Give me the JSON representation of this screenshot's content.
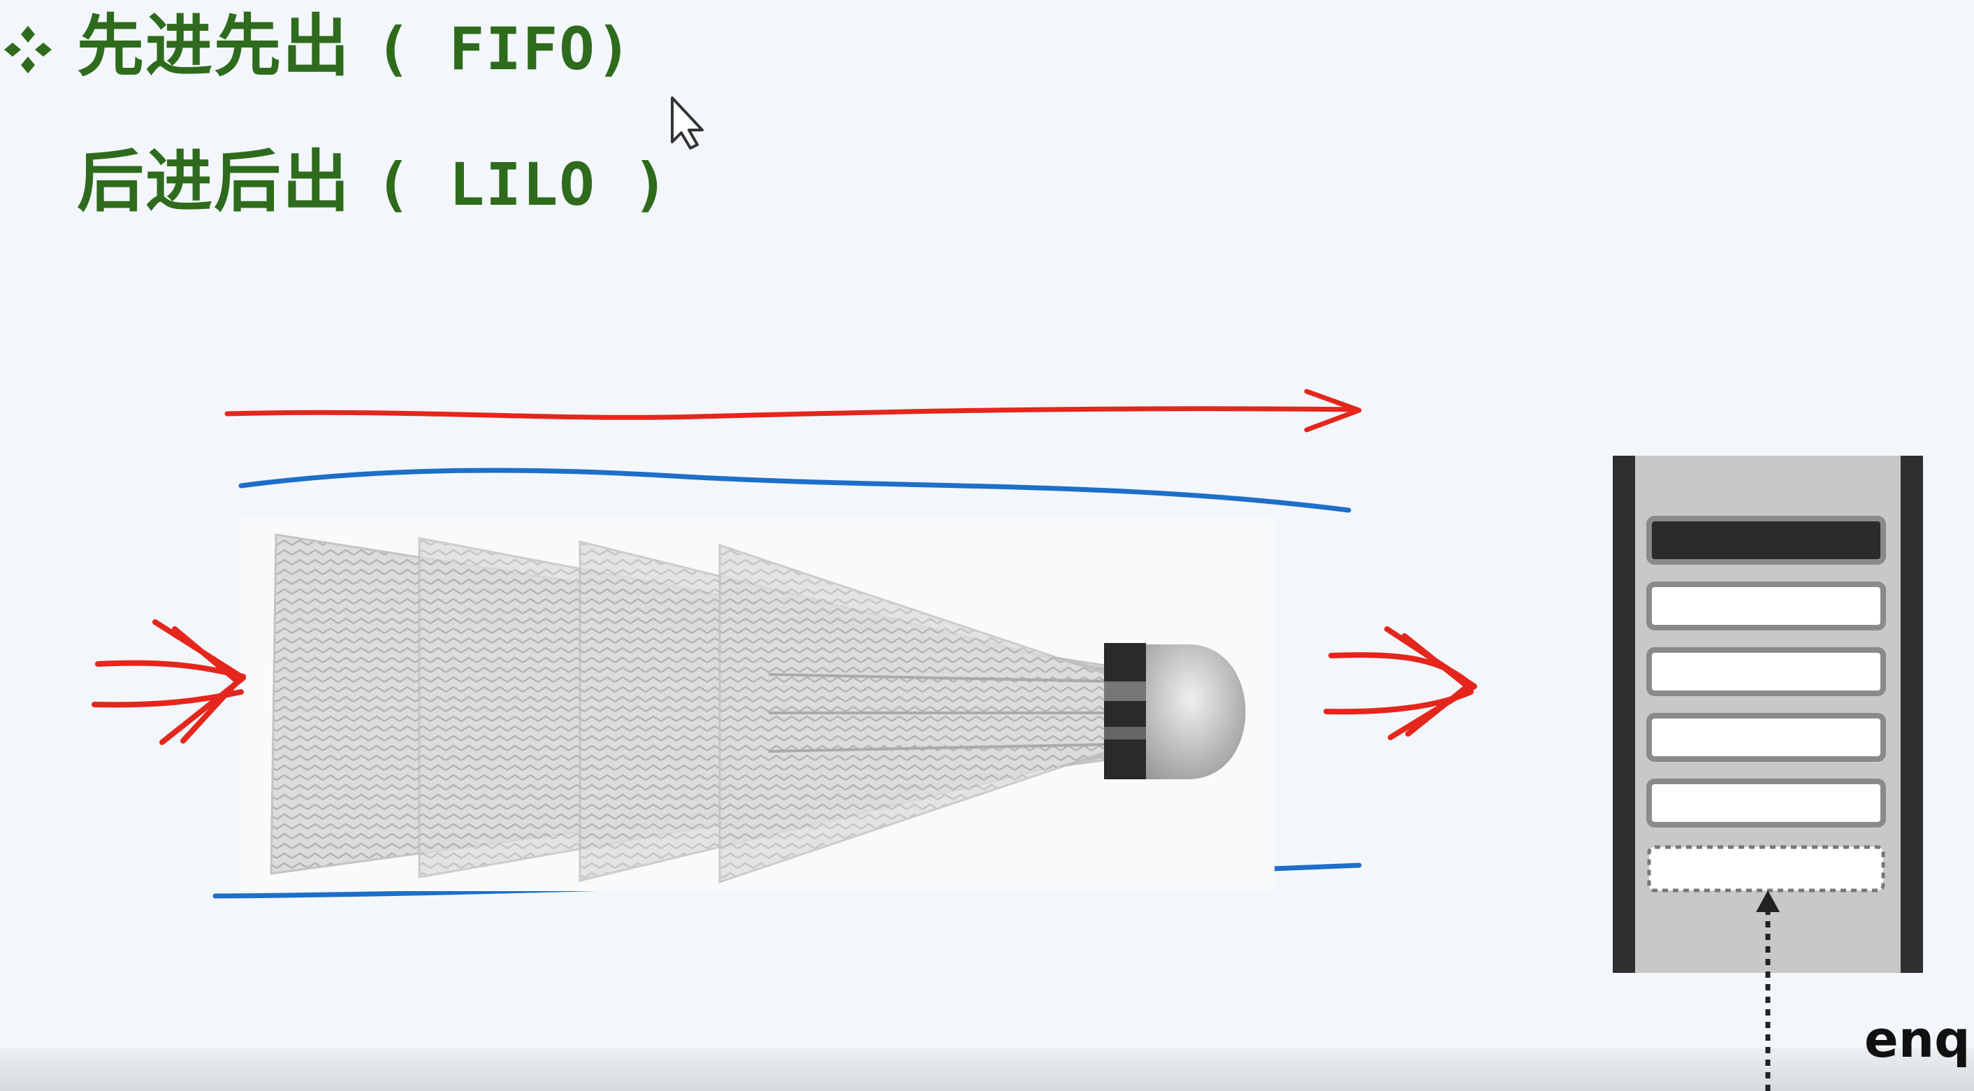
{
  "headings": {
    "fifo_cn": "先进先出",
    "fifo_en": "( FIFO)",
    "lilo_cn": "后进后出",
    "lilo_en": "( LILO )"
  },
  "queue": {
    "slots": [
      "filled",
      "empty",
      "empty",
      "empty",
      "empty",
      "incoming"
    ],
    "label": "enq"
  },
  "colors": {
    "heading": "#2e6b1c",
    "red_arrows": "#e5261c",
    "blue_lines": "#1d6fc9",
    "queue_frame": "#2f2f2f",
    "queue_body": "#c8c8c8"
  }
}
